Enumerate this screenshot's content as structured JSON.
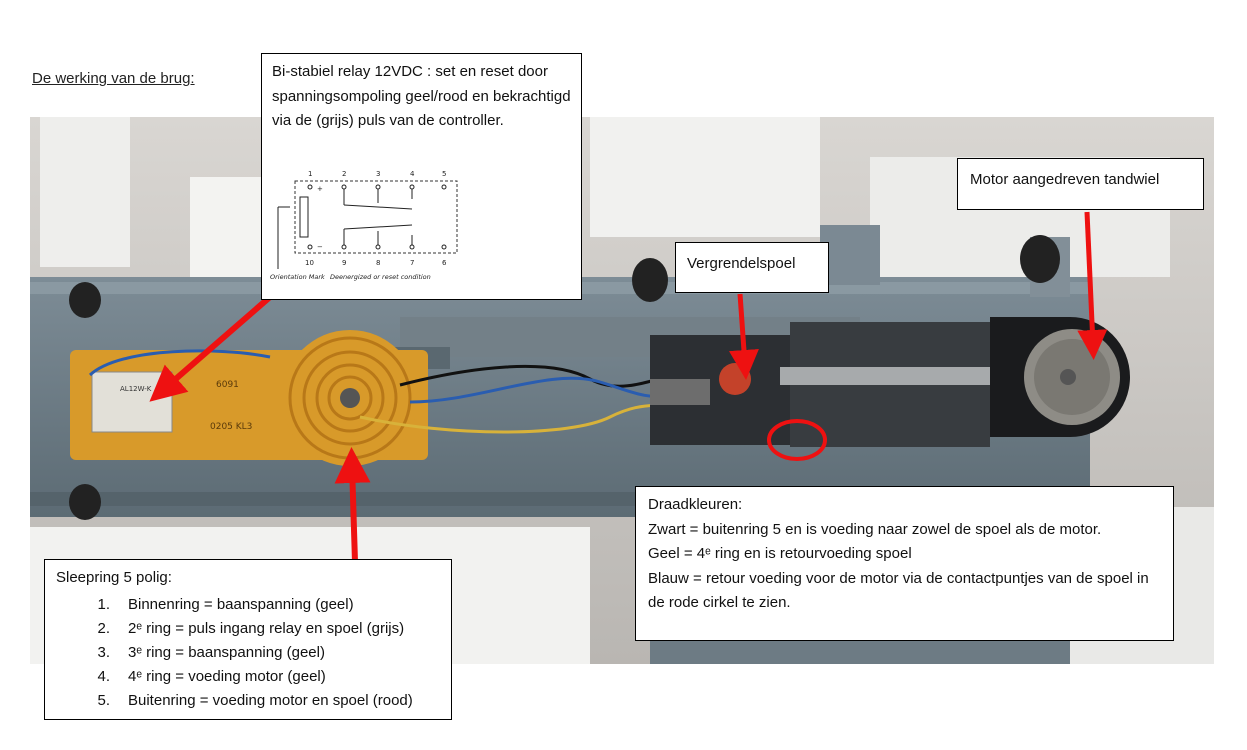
{
  "heading": "De werking van de brug:",
  "relay_callout": {
    "text": "Bi-stabiel relay 12VDC : set en reset door spanningsompoling  geel/rood en bekrachtigd via de (grijs) puls van de controller.",
    "diagram": {
      "pins_top": [
        "1",
        "2",
        "3",
        "4",
        "5"
      ],
      "pins_bottom": [
        "10",
        "9",
        "8",
        "7",
        "6"
      ],
      "plus": "+",
      "minus": "−",
      "orientation_label": "Orientation Mark",
      "condition_label": "Deenergized or reset condition"
    }
  },
  "motor_callout": {
    "text": "Motor aangedreven tandwiel"
  },
  "lock_callout": {
    "text": "Vergrendelspoel"
  },
  "wire_callout": {
    "title": "Draadkleuren:",
    "lines": [
      "Zwart = buitenring  5 en is voeding naar zowel de spoel als de motor.",
      "Geel = 4ᵉ ring en is retourvoeding  spoel",
      "Blauw = retour voeding voor de motor via de contactpuntjes  van de spoel in de rode cirkel te zien."
    ]
  },
  "slip_callout": {
    "title": "Sleepring 5 polig:",
    "items": [
      {
        "num": "1.",
        "text": "Binnenring  = baanspanning  (geel)"
      },
      {
        "num": "2.",
        "text": "2ᵉ ring = puls ingang relay en spoel (grijs)"
      },
      {
        "num": "3.",
        "text": "3ᵉ ring = baanspanning  (geel)"
      },
      {
        "num": "4.",
        "text": "4ᵉ ring = voeding motor (geel)"
      },
      {
        "num": "5.",
        "text": "Buitenring  = voeding motor en spoel (rood)"
      }
    ]
  },
  "board_labels": {
    "part_a": "6091",
    "part_b": "0205 KL3",
    "relay_mark": "AL12W-K"
  },
  "colors": {
    "arrow": "#ee1111",
    "pcb": "#d89a2a",
    "frame": "#6d7d87",
    "wire_blue": "#2a5db0",
    "wire_yellow": "#d8b23a"
  }
}
